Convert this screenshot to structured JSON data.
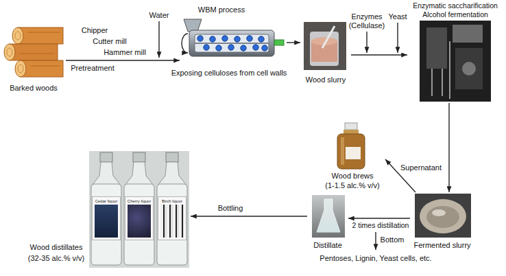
{
  "diagram": {
    "nodes": [
      {
        "text": [
          "Barked woods"
        ]
      },
      {
        "text": [
          "WBM process"
        ]
      },
      {
        "text": [
          "Wood slurry"
        ]
      },
      {
        "text": [
          "Enzymatic saccharification",
          "Alcohol fermentation"
        ]
      },
      {
        "text": [
          "Wood brews",
          "(1-1.5 alc.% v/v)"
        ]
      },
      {
        "text": [
          "Fermented slurry"
        ]
      },
      {
        "text": [
          "Distillate"
        ]
      },
      {
        "text": [
          "Wood distillates",
          "(32-35 alc.% v/v)"
        ]
      },
      {
        "text": [
          "Cedar liquor"
        ],
        "in": 7
      },
      {
        "text": [
          "Cherry liquor"
        ],
        "in": 7
      },
      {
        "text": [
          "Birch liquor"
        ],
        "in": 7
      }
    ],
    "edges": [
      {
        "from": 0,
        "to": 1,
        "arrow": "to",
        "label": "Pretreatment"
      },
      {
        "from": 1,
        "to": 2,
        "arrow": "to"
      },
      {
        "from": 2,
        "to": 3,
        "arrow": "to"
      },
      {
        "from": 3,
        "to": 5,
        "arrow": "to"
      },
      {
        "from": 5,
        "to": 4,
        "arrow": "to",
        "label": "Supernatant"
      },
      {
        "from": 5,
        "to": 6,
        "arrow": "to",
        "label": "2 times distillation"
      },
      {
        "from": 6,
        "to": 7,
        "arrow": "to",
        "label": "Bottling"
      }
    ],
    "labels": [
      "Chipper",
      "Cutter mill",
      "Hammer mill",
      "Water",
      "Exposing celluloses from cell walls",
      "Enzymes",
      "(Cellulase)",
      "Yeast",
      "Bottom",
      "Pentoses, Lignin, Yeast cells, etc."
    ]
  }
}
